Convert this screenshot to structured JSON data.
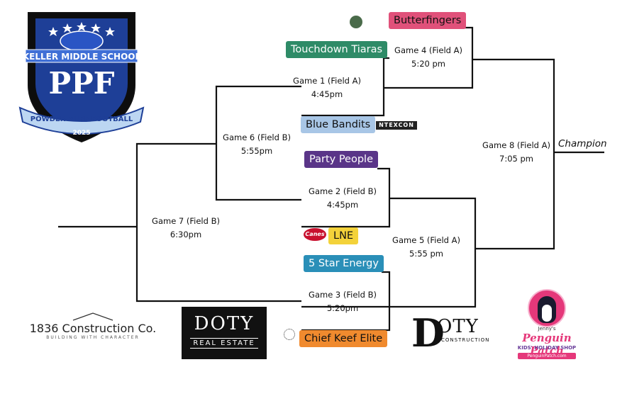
{
  "school_logo": {
    "school_name": "KELLER MIDDLE SCHOOL",
    "monogram": "PPF",
    "event_name": "POWDER PUFF FOOTBALL",
    "year": "2025"
  },
  "teams": {
    "butterfingers": {
      "name": "Butterfingers",
      "color": "#e0517a",
      "text_color": "#111111"
    },
    "touchdown_tiaras": {
      "name": "Touchdown Tiaras",
      "color": "#2e8b67",
      "text_color": "#ffffff"
    },
    "blue_bandits": {
      "name": "Blue Bandits",
      "color": "#a8c6e6",
      "text_color": "#111111"
    },
    "party_people": {
      "name": "Party People",
      "color": "#5a3588",
      "text_color": "#ffffff"
    },
    "lne": {
      "name": "LNE",
      "color": "#f3d23a",
      "text_color": "#111111"
    },
    "five_star_energy": {
      "name": "5 Star Energy",
      "color": "#2a8fb8",
      "text_color": "#ffffff"
    },
    "chief_keef_elite": {
      "name": "Chief Keef Elite",
      "color": "#f08a2e",
      "text_color": "#111111"
    }
  },
  "games": {
    "game1": {
      "title": "Game 1 (Field A)",
      "time": "4:45pm"
    },
    "game2": {
      "title": "Game 2 (Field B)",
      "time": "4:45pm"
    },
    "game3": {
      "title": "Game 3 (Field B)",
      "time": "5:20pm"
    },
    "game4": {
      "title": "Game 4 (Field A)",
      "time": "5:20 pm"
    },
    "game5": {
      "title": "Game 5 (Field A)",
      "time": "5:55 pm"
    },
    "game6": {
      "title": "Game 6 (Field B)",
      "time": "5:55pm"
    },
    "game7": {
      "title": "Game 7 (Field B)",
      "time": "6:30pm"
    },
    "game8": {
      "title": "Game 8 (Field A)",
      "time": "7:05 pm"
    }
  },
  "champion_label": "Champion",
  "sponsors": {
    "ntexcon": "NTEXCON",
    "canes": "Canes",
    "c1836_name": "1836 Construction Co.",
    "c1836_tag": "BUILDING WITH CHARACTER",
    "doty_re_big": "DOTY",
    "doty_re_small": "REAL ESTATE",
    "doty_c_d": "D",
    "doty_c_oty": "OTY",
    "doty_c_con": "CONSTRUCTION",
    "penguin_jennys": "Jenny's",
    "penguin_name": "Penguin Patch",
    "penguin_kids": "KIDS' HOLIDAY SHOP",
    "penguin_url": "PenguinPatch.com"
  }
}
